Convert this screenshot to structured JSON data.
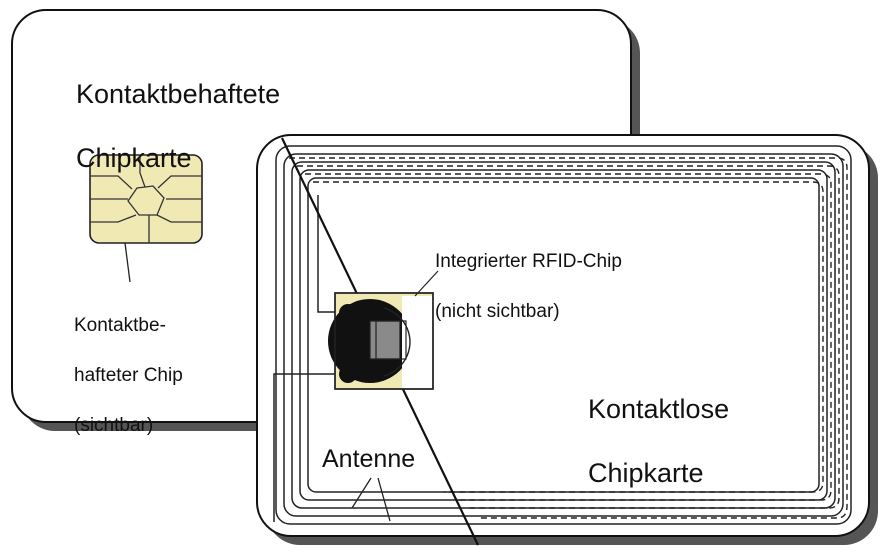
{
  "contact_card": {
    "title_line1": "Kontaktbehaftete",
    "title_line2": "Chipkarte",
    "chip_label_line1": "Kontaktbe-",
    "chip_label_line2": "hafteter Chip",
    "chip_label_line3": "(sichtbar)"
  },
  "contactless_card": {
    "chip_label_line1": "Integrierter RFID-Chip",
    "chip_label_line2": "(nicht sichtbar)",
    "title_line1": "Kontaktlose",
    "title_line2": "Chipkarte",
    "antenna_label": "Antenne"
  },
  "colors": {
    "card_fill": "#ffffff",
    "card_shadow": "#555555",
    "outline": "#111111",
    "chip_gold": "#f1e9b4",
    "die_black": "#111111",
    "die_gray": "#8a8a8a"
  }
}
